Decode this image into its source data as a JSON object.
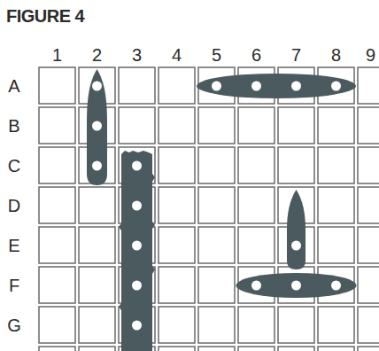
{
  "diagram": {
    "title": "FIGURE 4",
    "labels": [
      "1",
      "2",
      "3",
      "4",
      "5",
      "6",
      "7",
      "8",
      "9",
      "A",
      "B",
      "C",
      "D",
      "E",
      "F",
      "G"
    ]
  }
}
